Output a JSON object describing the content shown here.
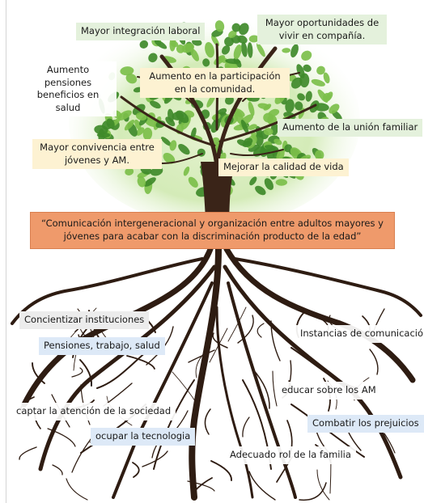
{
  "benefits": [
    "Mayor integración laboral",
    "Mayor oportunidades de vivir en compañía.",
    "Aumento pensiones beneficios en salud",
    "Aumento en la participación en la comunidad.",
    "Aumento de la unión familiar",
    "Mayor convivencia entre jóvenes y AM.",
    "Mejorar la calidad de vida"
  ],
  "central_statement": "“Comunicación intergeneracional y organización entre adultos mayores y jóvenes para acabar con la discriminación producto de la edad”",
  "roots": [
    "Concientizar instituciones",
    "Pensiones, trabajo, salud",
    "Instancias de comunicación",
    "educar sobre los AM",
    "captar la atención de la sociedad",
    "Combatir los prejuicios",
    "ocupar la tecnologia",
    "Adecuado rol de la familia"
  ],
  "colors": {
    "banner": "#ef9a6b",
    "leaf_dark": "#3f8a2a",
    "leaf_light": "#7cbf4a",
    "glow": "#dff0c8",
    "trunk": "#3a2418",
    "benefit_green": "#e4f1dc",
    "benefit_yellow": "#fdf2d2",
    "root_gray": "#ececec",
    "root_blue": "#dde9f7"
  }
}
